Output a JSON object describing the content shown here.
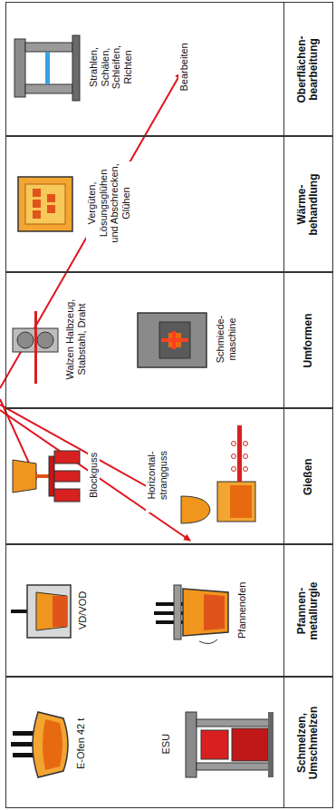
{
  "diagram": {
    "nodes": [
      {
        "text": [
          "E-Ofen 42 t",
          "ESU",
          "Schmelzen, Umschmelzen"
        ]
      },
      {
        "text": [
          "VD/VOD",
          "Pfannenofen",
          "Pfannen- metallurgie"
        ]
      },
      {
        "text": [
          "Blockguss",
          "Horizontal- strangguss",
          "Gießen"
        ]
      },
      {
        "text": [
          "Walzen Halbzeug, Stabstahl, Draht",
          "Schmiede- maschine",
          "Umformen"
        ]
      },
      {
        "text": [
          "Vergüten, Lösungsglühen und Abschrecken, Glühen",
          "Wärme- behandlung"
        ]
      },
      {
        "text": [
          "Strahlen, Schälen, Schleifen, Richten",
          "Bearbeiten",
          "Oberflächen- bearbeitung"
        ]
      }
    ]
  }
}
